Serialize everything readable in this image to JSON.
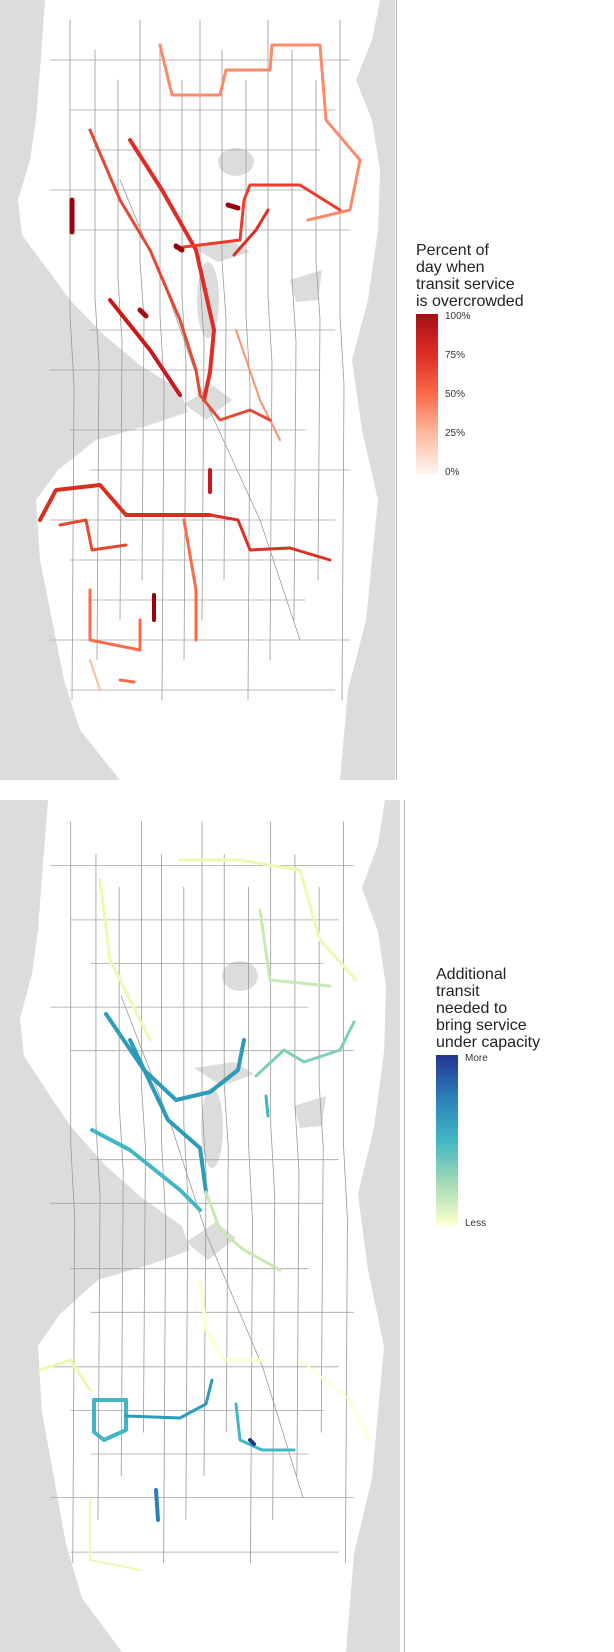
{
  "maps": [
    {
      "id": "overcrowding",
      "legend": {
        "title": "Percent of\nday when\ntransit service\nis overcrowded",
        "ticks": [
          "100%",
          "75%",
          "50%",
          "25%",
          "0%"
        ],
        "colors": [
          "#fff5f0",
          "#fcbba1",
          "#fb6a4a",
          "#de2d26",
          "#a50f15"
        ]
      }
    },
    {
      "id": "additional-transit",
      "legend": {
        "title": "Additional\ntransit\nneeded to\nbring service\nunder capacity",
        "ticks": [
          "More",
          "Less"
        ],
        "colors": [
          "#ffffcc",
          "#a1dab4",
          "#41b6c4",
          "#2c7fb8",
          "#253494"
        ]
      }
    }
  ]
}
